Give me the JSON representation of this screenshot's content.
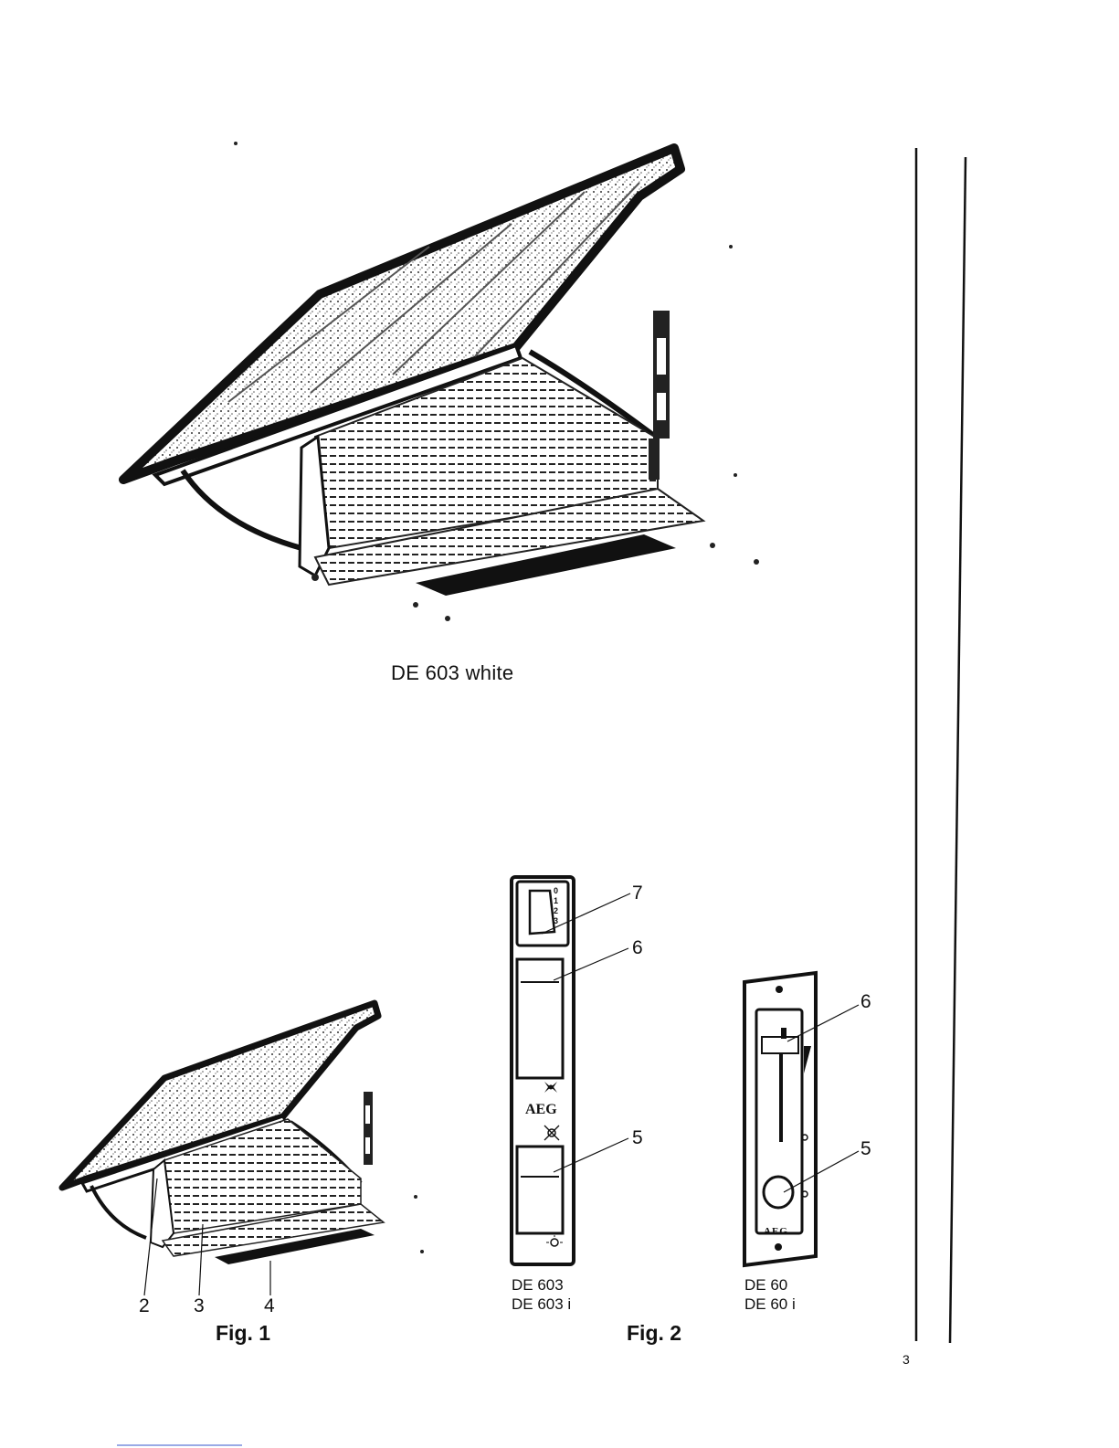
{
  "top_caption": "DE 603 white",
  "fig1": {
    "label": "Fig. 1",
    "callouts": [
      "2",
      "3",
      "4"
    ]
  },
  "fig2": {
    "label": "Fig. 2",
    "panel_a": {
      "models": [
        "DE 603",
        "DE 603 i"
      ],
      "callouts": [
        "7",
        "6",
        "5"
      ],
      "switch_positions": [
        "0",
        "1",
        "2",
        "3"
      ],
      "brand": "AEG"
    },
    "panel_b": {
      "models": [
        "DE 60",
        "DE 60 i"
      ],
      "callouts": [
        "6",
        "5"
      ],
      "brand": "AEG"
    }
  },
  "page_number": "3"
}
